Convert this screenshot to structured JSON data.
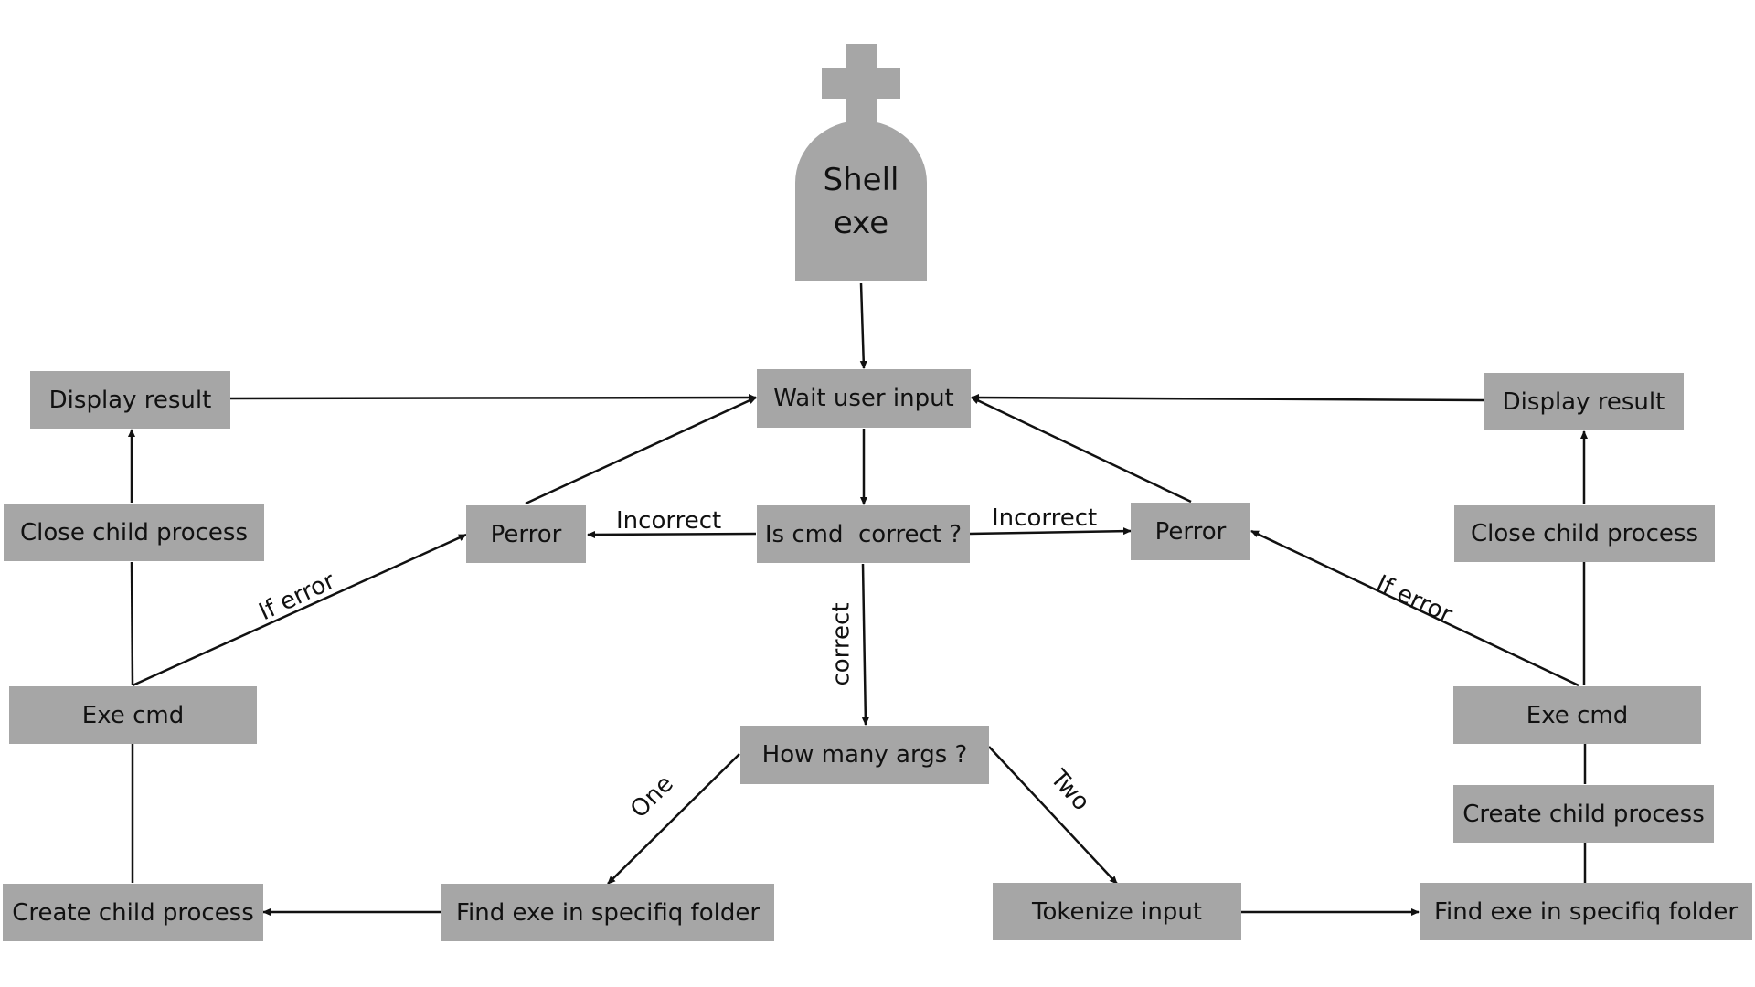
{
  "colors": {
    "node_fill": "#a6a6a6",
    "text": "#111111",
    "edge": "#111111",
    "background": "#ffffff"
  },
  "start": {
    "line1": "Shell",
    "line2": "exe",
    "icon": "tombstone-cross-icon"
  },
  "nodes": {
    "wait_user_input": "Wait user input",
    "is_cmd_correct": "Is cmd  correct ?",
    "how_many_args": "How many args ?",
    "perror_left": "Perror",
    "perror_right": "Perror",
    "left_display_result": "Display result",
    "left_close_child": "Close child process",
    "left_exe_cmd": "Exe cmd",
    "left_create_child": "Create child process",
    "left_find_exe": "Find exe in specifiq folder",
    "tokenize_input": "Tokenize input",
    "right_find_exe": "Find exe in specifiq folder",
    "right_create_child": "Create child process",
    "right_exe_cmd": "Exe cmd",
    "right_close_child": "Close child process",
    "right_display_result": "Display result"
  },
  "edge_labels": {
    "incorrect_left": "Incorrect",
    "incorrect_right": "Incorrect",
    "correct": "correct",
    "one": "One",
    "two": "Two",
    "if_error_left": "If error",
    "if_error_right": "If error"
  }
}
